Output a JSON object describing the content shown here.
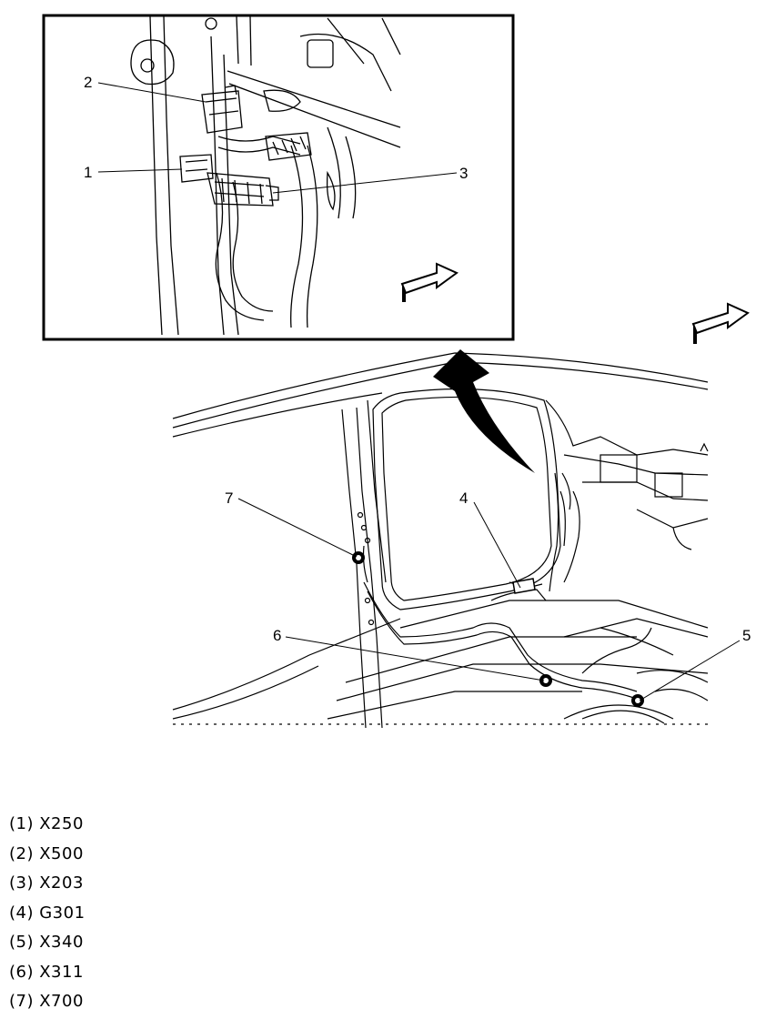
{
  "callouts": {
    "c1": "1",
    "c2": "2",
    "c3": "3",
    "c4": "4",
    "c5": "5",
    "c6": "6",
    "c7": "7"
  },
  "legend": [
    "(1) X250",
    "(2) X500",
    "(3) X203",
    "(4) G301",
    "(5) X340",
    "(6) X311",
    "(7) X700"
  ],
  "icons": {
    "direction_arrow": "forward-arrow-icon",
    "zoom_arrow": "curved-zoom-arrow-icon"
  },
  "colors": {
    "line": "#000000",
    "background": "#ffffff"
  }
}
